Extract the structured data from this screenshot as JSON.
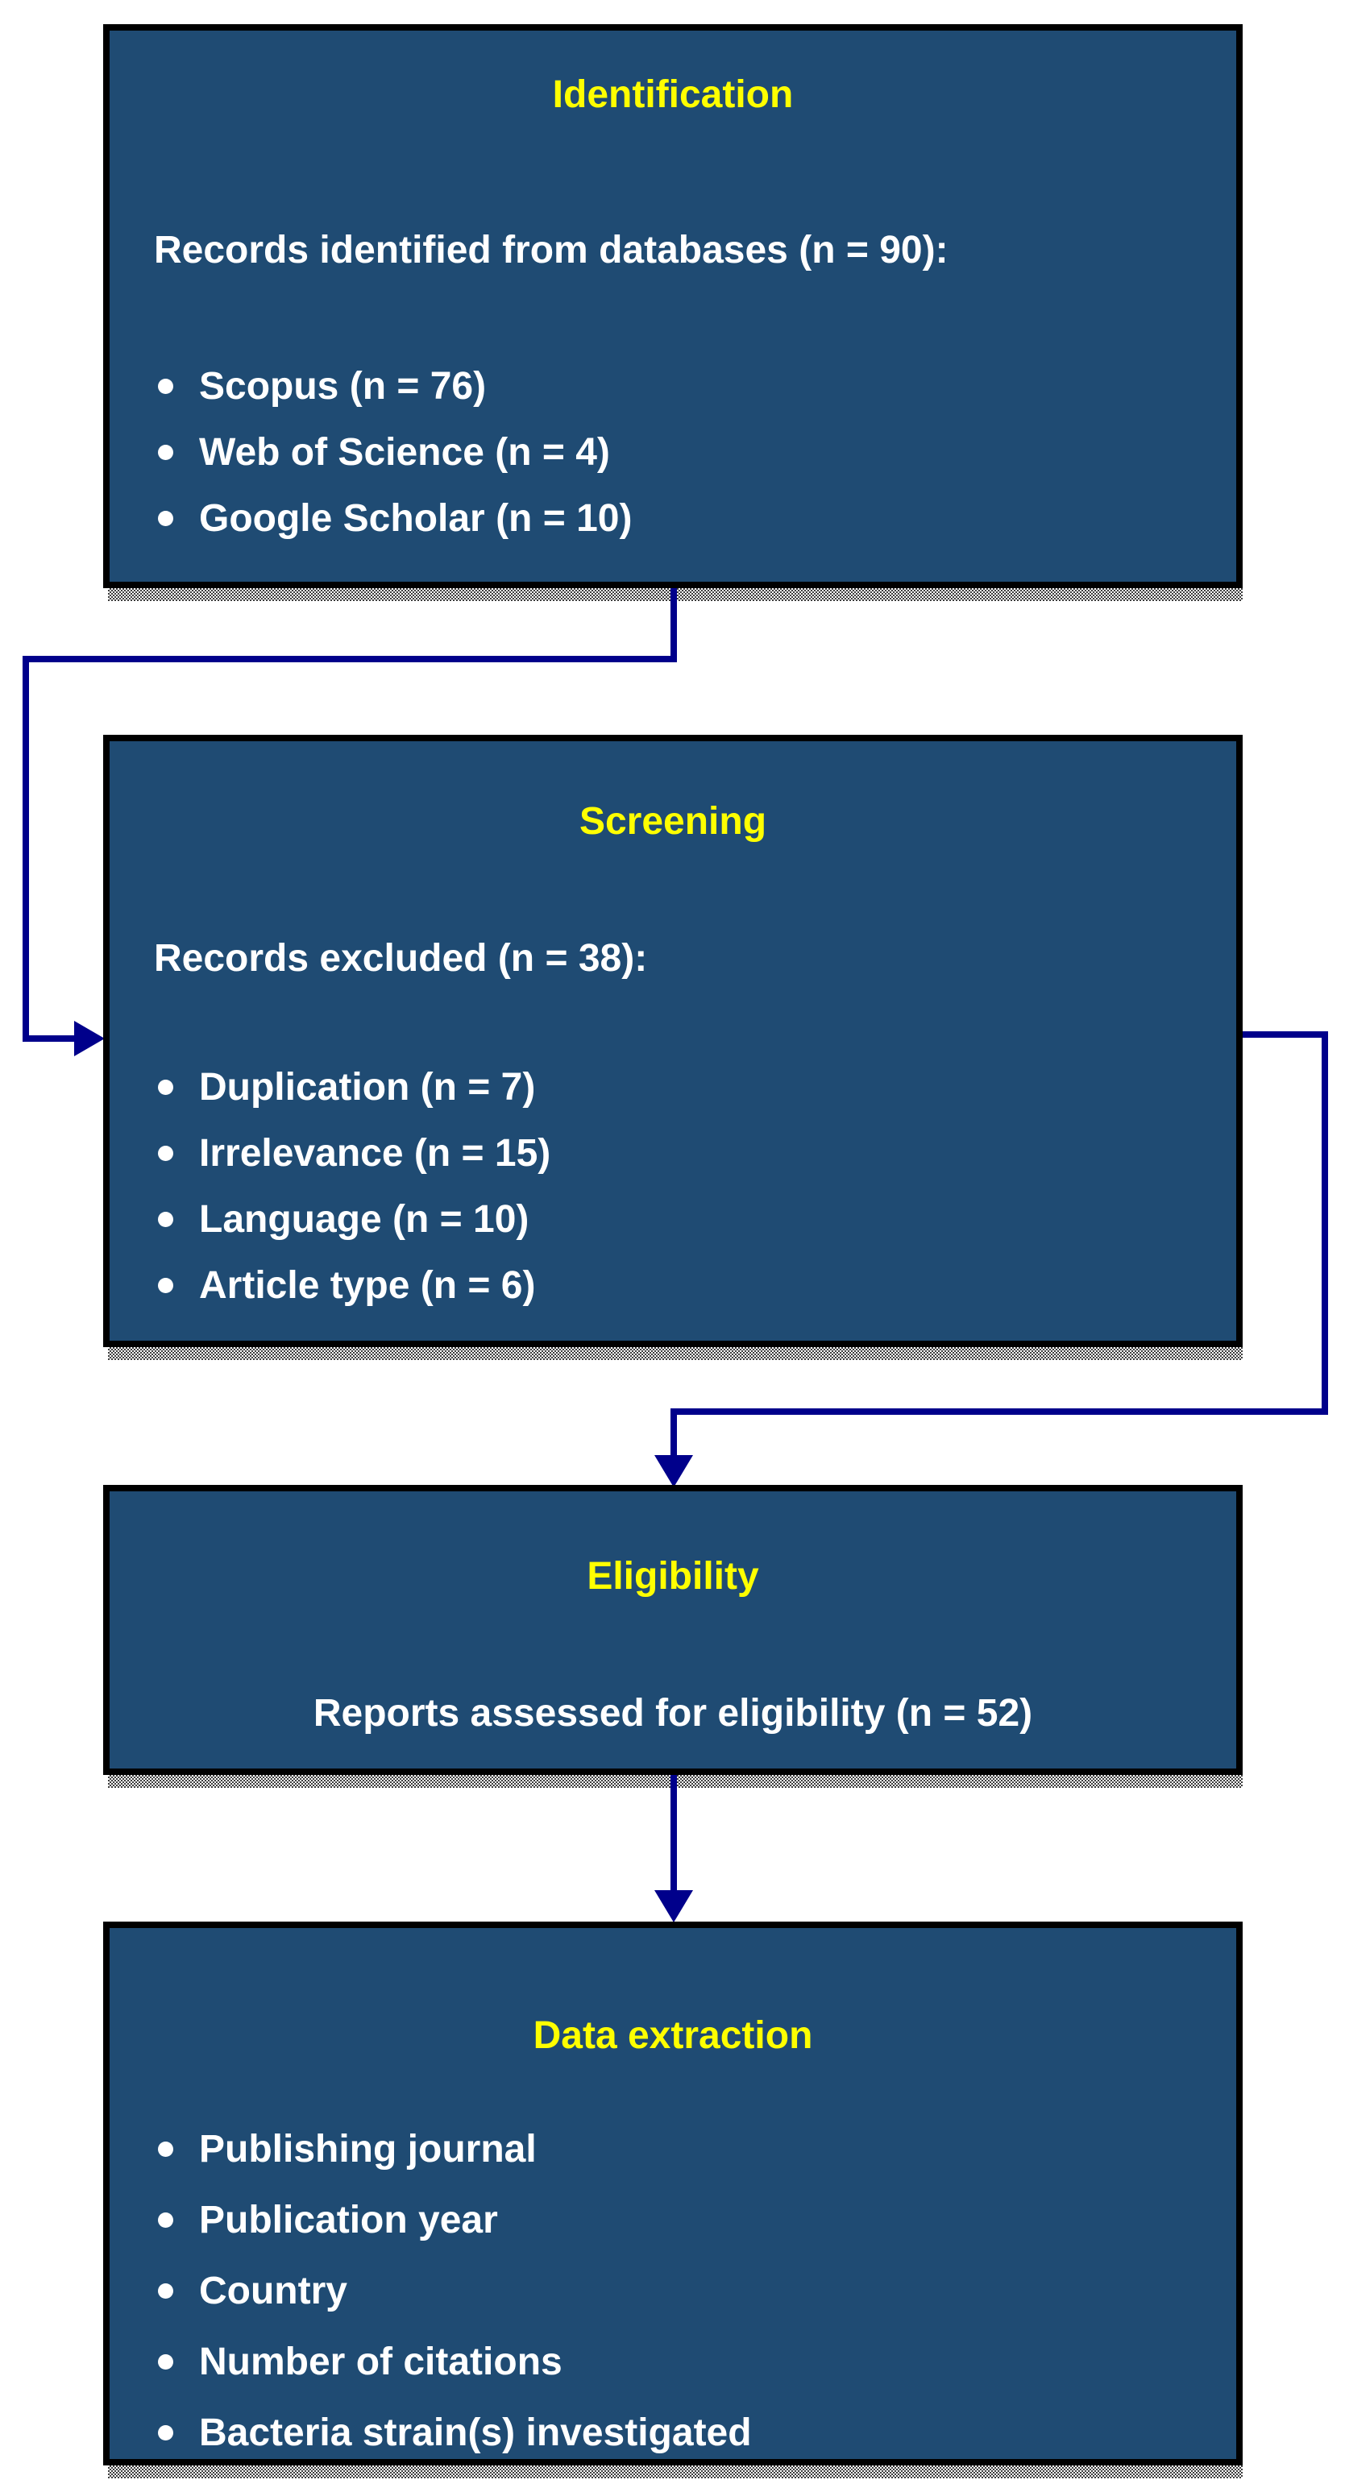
{
  "figure": {
    "boxes": [
      {
        "title": "Identification",
        "lead": "Records identified from databases (n = 90):",
        "bullets": [
          "Scopus (n = 76)",
          "Web of Science (n = 4)",
          "Google Scholar (n = 10)"
        ]
      },
      {
        "title": "Screening",
        "lead": "Records excluded (n = 38):",
        "bullets": [
          "Duplication (n = 7)",
          "Irrelevance (n = 15)",
          "Language (n = 10)",
          "Article type (n = 6)"
        ]
      },
      {
        "title": "Eligibility",
        "lead": "Reports assessed for eligibility (n = 52)",
        "bullets": []
      },
      {
        "title": "Data extraction",
        "lead": "",
        "bullets": [
          "Publishing journal",
          "Publication year",
          "Country",
          "Number of citations",
          "Bacteria strain(s) investigated"
        ]
      }
    ],
    "icons": {
      "arrowhead_right": "css-triangle-right",
      "arrowhead_down": "css-triangle-down"
    },
    "colors": {
      "box_fill": "#1F4B73",
      "box_border": "#000000",
      "title_text": "#FFFF00",
      "body_text": "#FFFFFF",
      "arrow": "#00008B",
      "shadow": "#3D3D3D"
    }
  }
}
